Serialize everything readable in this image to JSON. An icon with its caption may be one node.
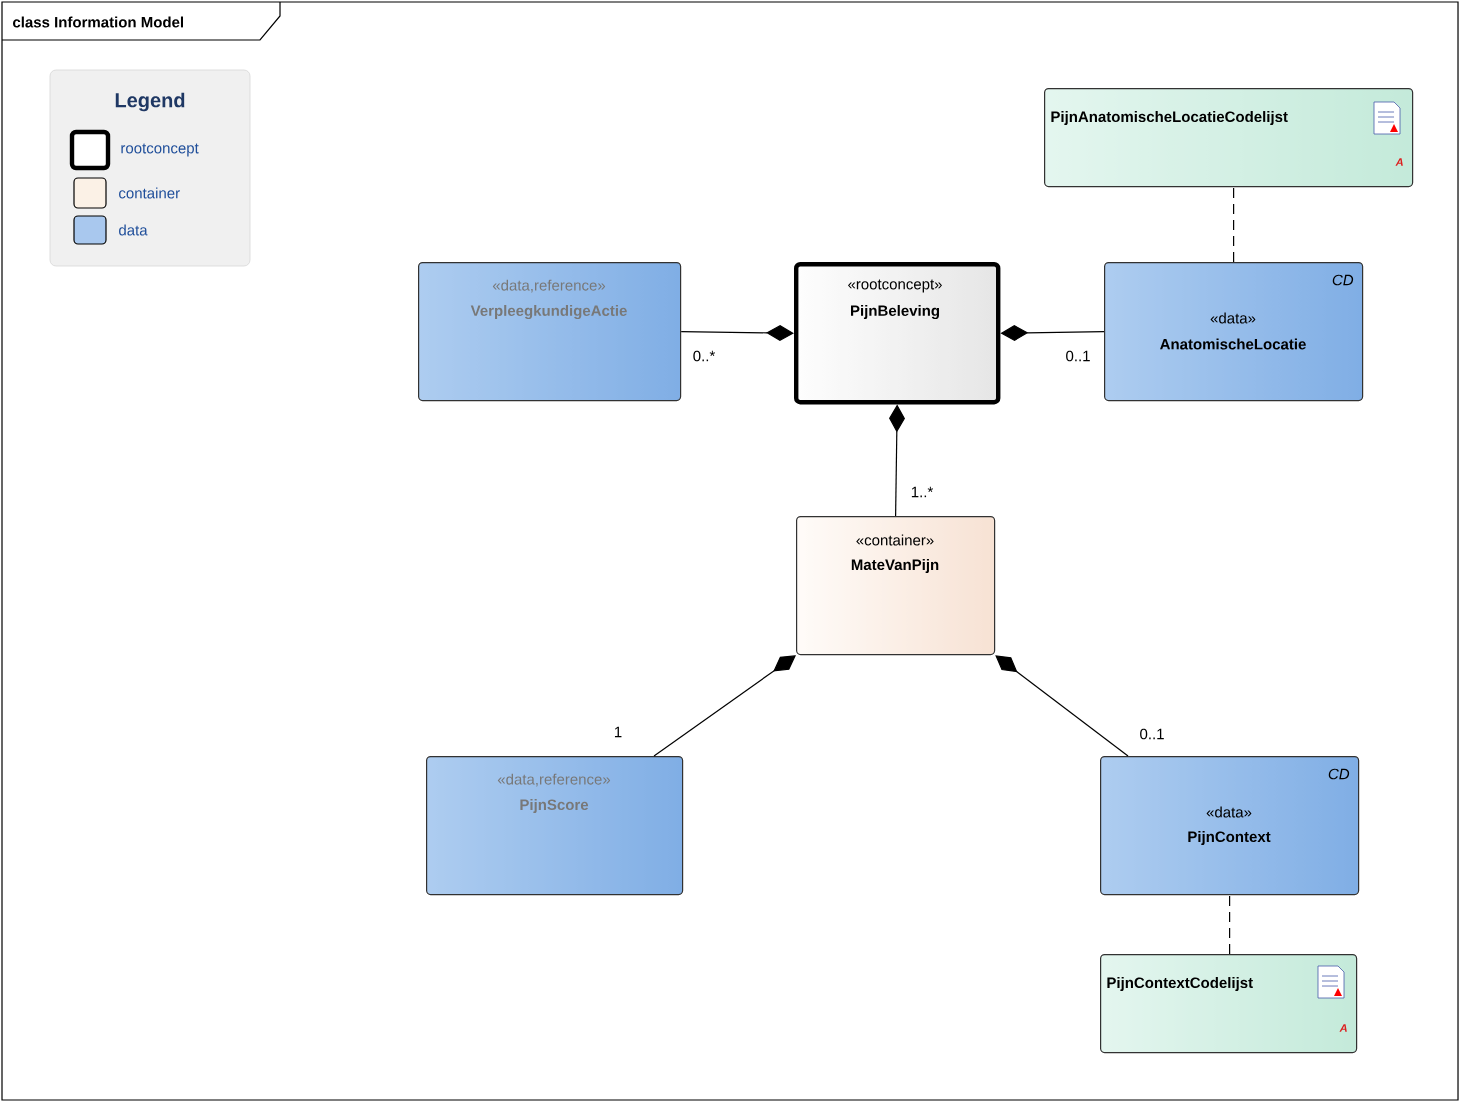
{
  "diagram": {
    "title": "class Information Model",
    "nodes": [
      {
        "text": [
          "PijnAnatomischeLocatieCodelijst",
          "A"
        ]
      },
      {
        "text": [
          "«data,reference»",
          "VerpleegkundigeActie"
        ]
      },
      {
        "text": [
          "«rootconcept»",
          "PijnBeleving"
        ]
      },
      {
        "text": [
          "CD",
          "«data»",
          "AnatomischeLocatie"
        ]
      },
      {
        "text": [
          "«container»",
          "MateVanPijn"
        ]
      },
      {
        "text": [
          "«data,reference»",
          "PijnScore"
        ]
      },
      {
        "text": [
          "CD",
          "«data»",
          "PijnContext"
        ]
      },
      {
        "text": [
          "PijnContextCodelijst",
          "A"
        ]
      }
    ],
    "edges": [
      {
        "from": 3,
        "to": 0,
        "arrow": "none",
        "style": "dashed"
      },
      {
        "from": 1,
        "to": 2,
        "arrow": "other",
        "label": "0..*"
      },
      {
        "from": 3,
        "to": 2,
        "arrow": "other",
        "label": "0..1"
      },
      {
        "from": 4,
        "to": 2,
        "arrow": "other",
        "label": "1..*"
      },
      {
        "from": 5,
        "to": 4,
        "arrow": "other",
        "label": "1"
      },
      {
        "from": 6,
        "to": 4,
        "arrow": "other",
        "label": "0..1"
      },
      {
        "from": 7,
        "to": 6,
        "arrow": "none",
        "style": "dashed"
      }
    ],
    "labels": [
      "Legend"
    ],
    "legend": [
      {
        "text": "rootconcept",
        "color": "#ffffff"
      },
      {
        "text": "container",
        "color": "#fbf1e6"
      },
      {
        "text": "data",
        "color": "#a9c8ee"
      }
    ]
  }
}
